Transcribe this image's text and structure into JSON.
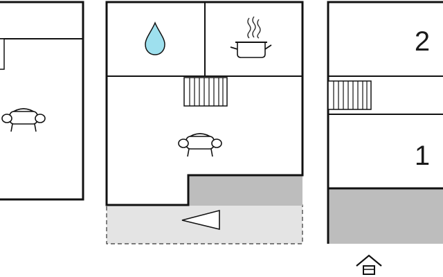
{
  "floor_plan": {
    "rooms": [
      {
        "id": "left-room",
        "icon": "armchair-icon"
      },
      {
        "id": "bathroom",
        "icon": "water-drop-icon"
      },
      {
        "id": "kitchen",
        "icon": "cooking-pot-icon"
      },
      {
        "id": "living-room",
        "icon": "armchair-icon"
      },
      {
        "id": "terrace",
        "icon": "arrow-left-triangle-icon"
      },
      {
        "id": "bedroom-2",
        "label": "2"
      },
      {
        "id": "bedroom-1",
        "label": "1"
      }
    ],
    "entrance_icon": "house-entrance-icon",
    "colors": {
      "wall": "#111111",
      "light_fill": "#e4e4e4",
      "dark_fill": "#bdbdbd",
      "water_drop": "#9ee0ee",
      "background": "#ffffff"
    }
  }
}
